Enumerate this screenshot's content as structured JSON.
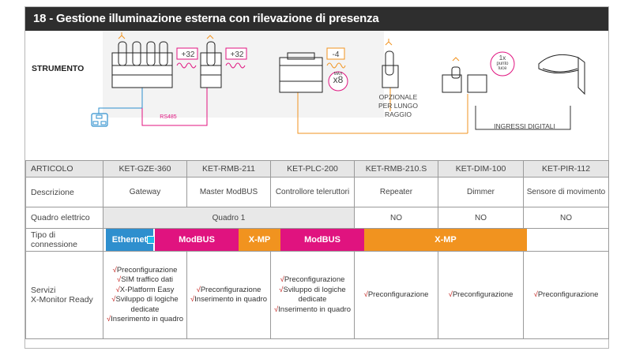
{
  "header": {
    "title": "18 - Gestione illuminazione esterna con rilevazione di presenza"
  },
  "strumento": {
    "label": "STRUMENTO",
    "badges": {
      "gze": "+32",
      "rmb": "+32",
      "plc": "-4",
      "plc_max_label": "MAX",
      "plc_max": "x8"
    },
    "bus_label": "RS485",
    "repeater_note": [
      "OPZIONALE",
      "PER LUNGO RAGGIO"
    ],
    "point_badge": [
      "1x",
      "punto",
      "luce"
    ],
    "digital_inputs": "INGRESSI DIGITALI"
  },
  "table": {
    "columns": [
      "ARTICOLO",
      "KET-GZE-360",
      "KET-RMB-211",
      "KET-PLC-200",
      "KET-RMB-210.S",
      "KET-DIM-100",
      "KET-PIR-112"
    ],
    "descrizione": {
      "label": "Descrizione",
      "values": [
        "Gateway",
        "Master ModBUS",
        "Controllore teleruttori",
        "Repeater",
        "Dimmer",
        "Sensore di movimento"
      ]
    },
    "quadro": {
      "label": "Quadro elettrico",
      "merged": "Quadro 1",
      "values": [
        "NO",
        "NO",
        "NO"
      ]
    },
    "connessione": {
      "label": "Tipo di connessione",
      "segments": [
        {
          "label": "Ethernet",
          "color": "#2e8fce"
        },
        {
          "label": "ModBUS",
          "color": "#e0137f"
        },
        {
          "label": "X-MP",
          "color": "#f1931f"
        },
        {
          "label": "ModBUS",
          "color": "#e0137f"
        },
        {
          "label": "X-MP",
          "color": "#f1931f"
        }
      ]
    },
    "servizi": {
      "label": [
        "Servizi",
        "X-Monitor Ready"
      ],
      "check": "√",
      "cols": [
        [
          "Preconfigurazione",
          "SIM traffico dati",
          "X-Platform Easy",
          "Sviluppo di logiche",
          "dedicate",
          "Inserimento in quadro"
        ],
        [
          "Preconfigurazione",
          "Inserimento in quadro"
        ],
        [
          "Preconfigurazione",
          "Sviluppo di logiche",
          "dedicate",
          "Inserimento in quadro"
        ],
        [
          "Preconfigurazione"
        ],
        [
          "Preconfigurazione"
        ],
        [
          "Preconfigurazione"
        ]
      ]
    }
  }
}
